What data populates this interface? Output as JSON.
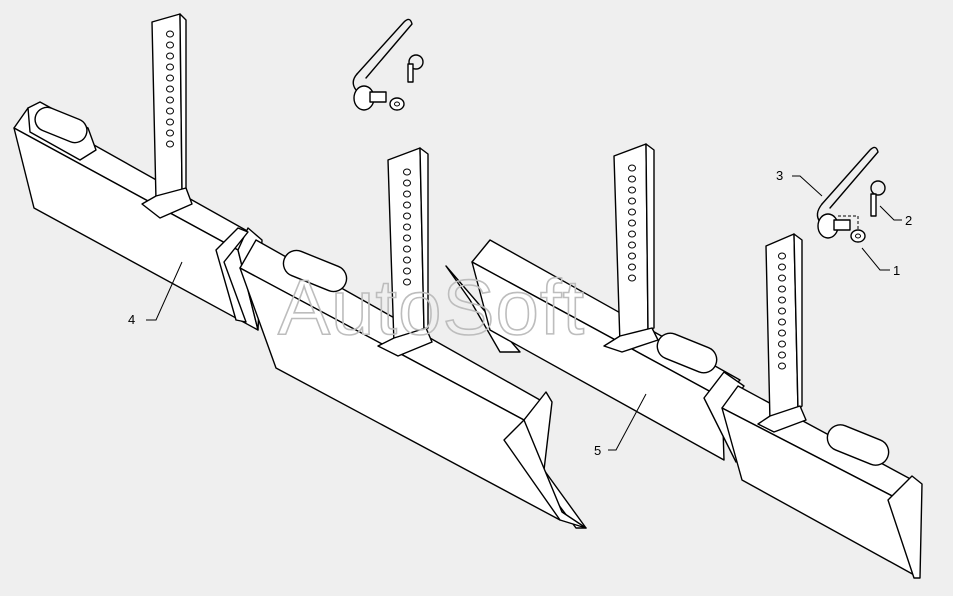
{
  "callouts": [
    {
      "id": "callout-1",
      "text": "1"
    },
    {
      "id": "callout-2",
      "text": "2"
    },
    {
      "id": "callout-3",
      "text": "3"
    },
    {
      "id": "callout-4",
      "text": "4"
    },
    {
      "id": "callout-5",
      "text": "5"
    }
  ],
  "watermark": {
    "text": "AutoSoft"
  }
}
